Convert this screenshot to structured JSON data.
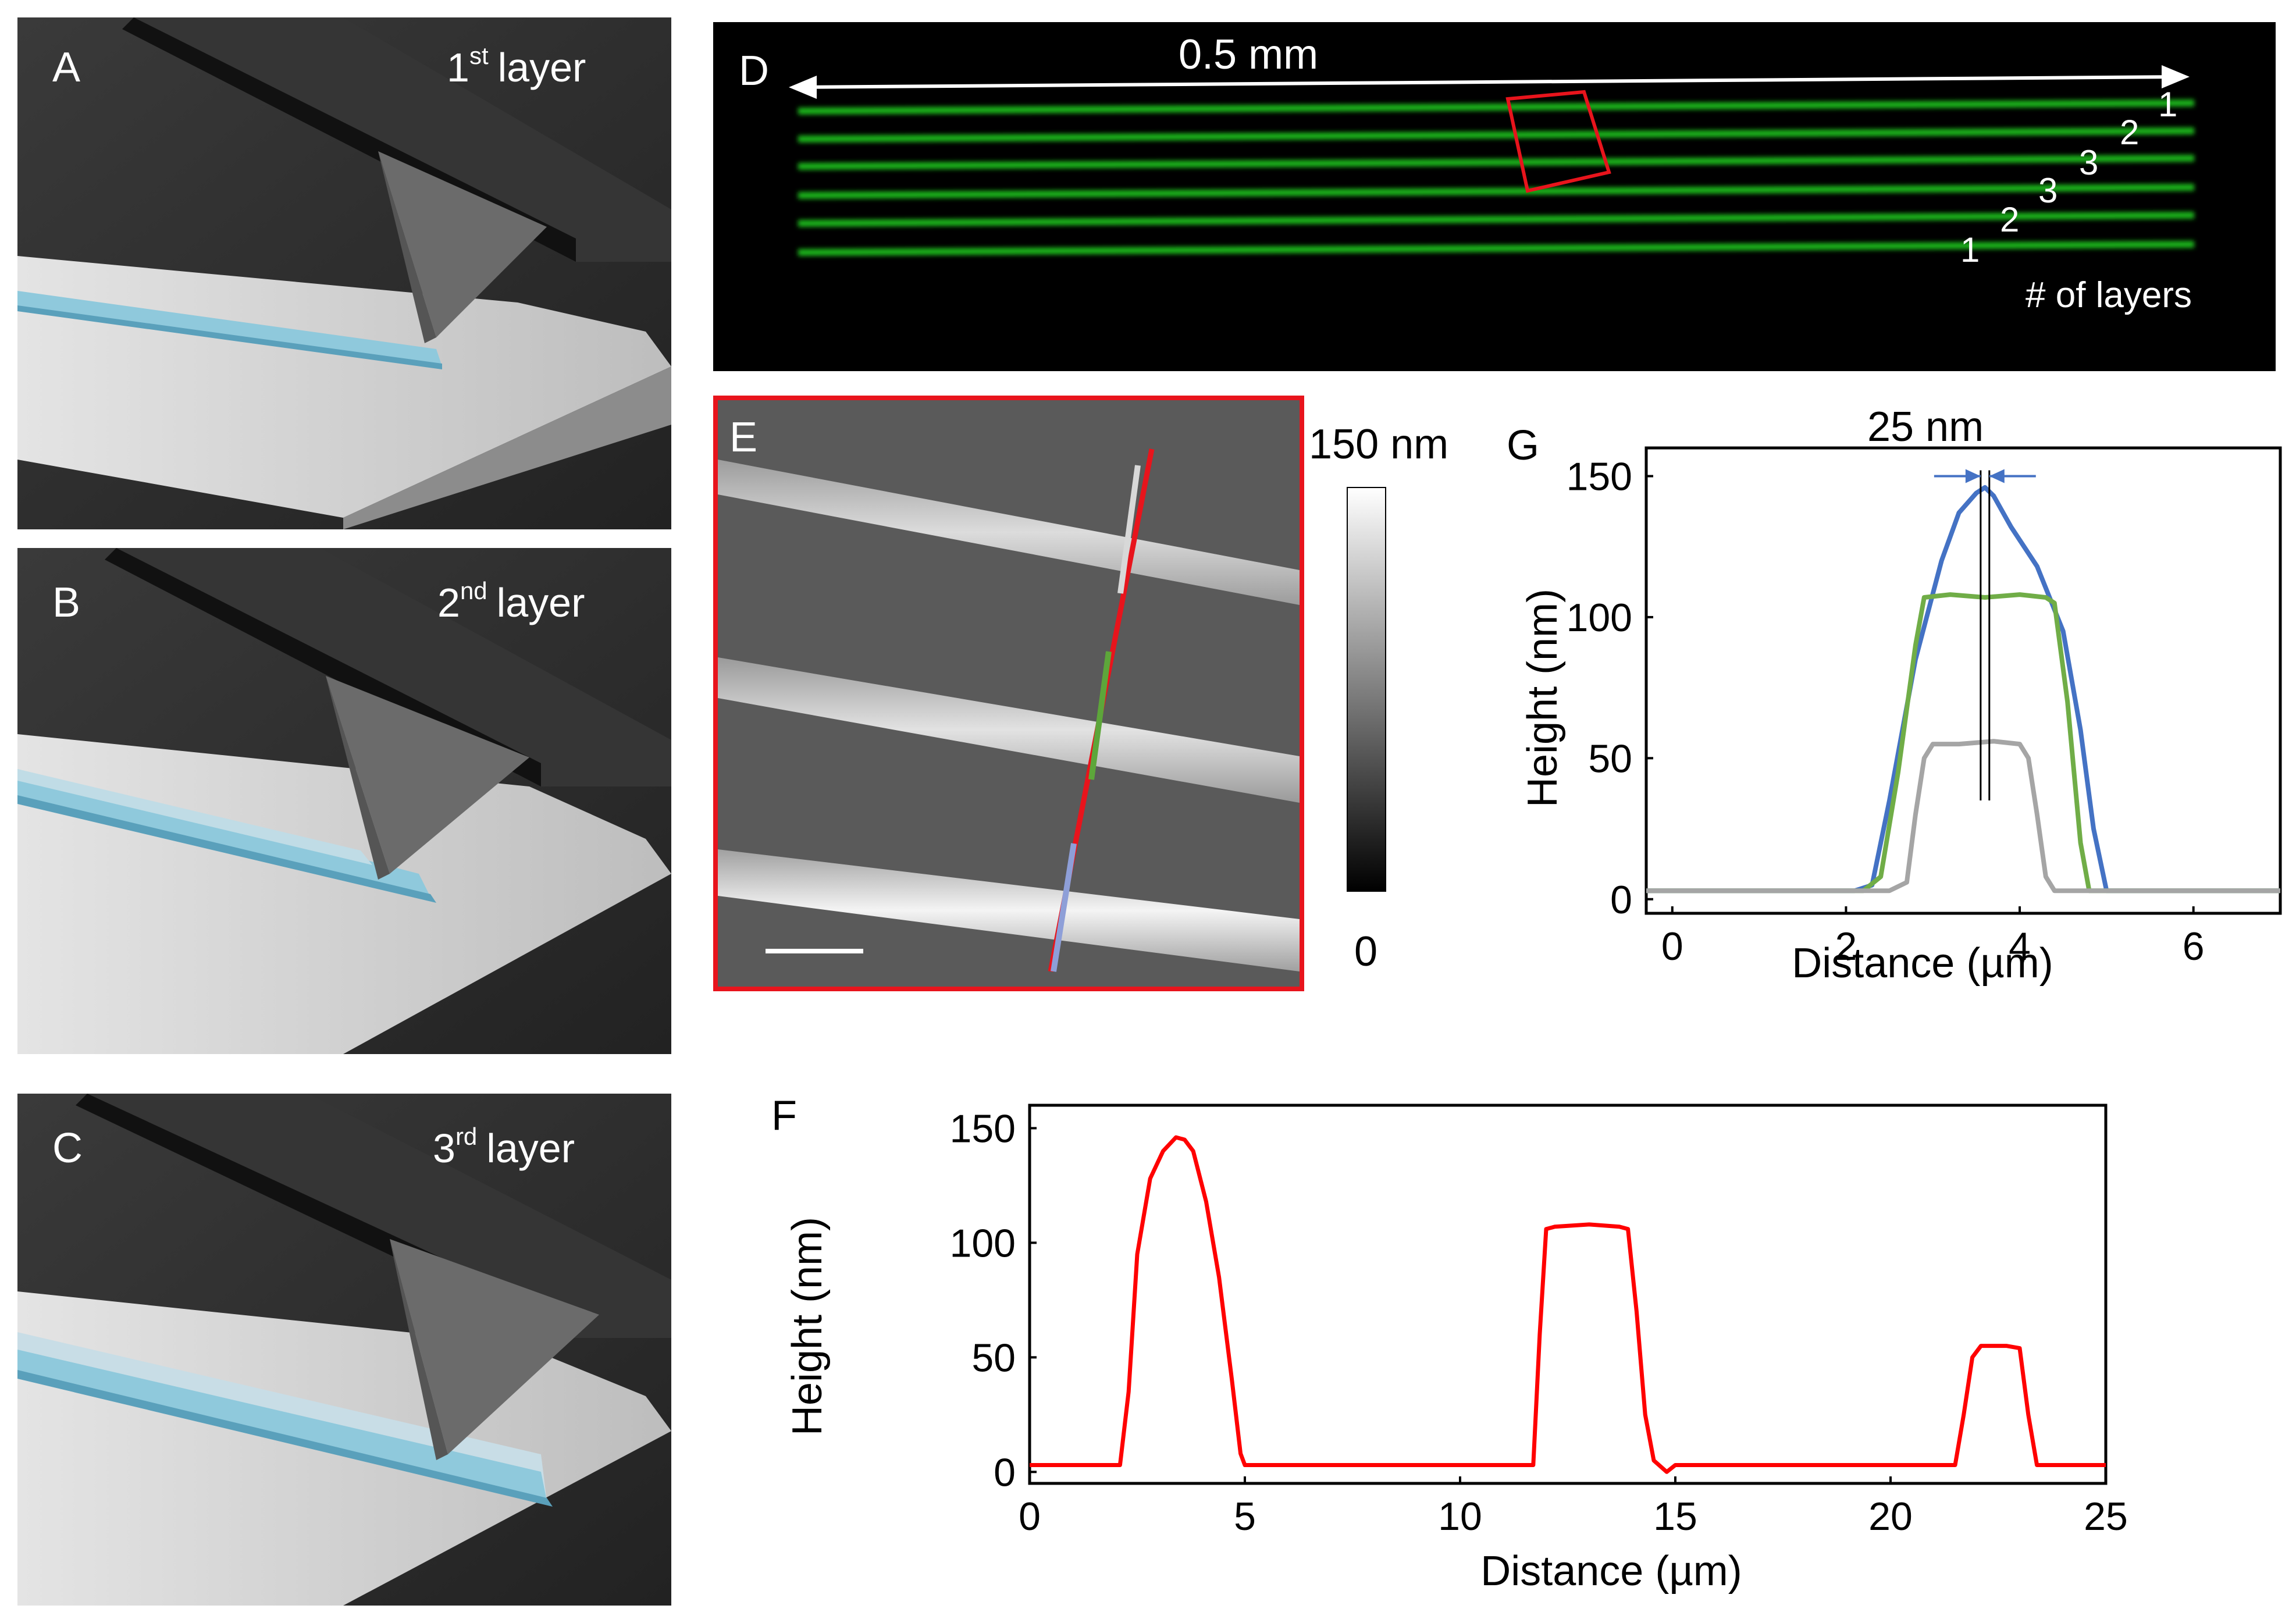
{
  "panel_a": {
    "letter": "A",
    "layer_num": "1",
    "layer_sup": "st",
    "layer_word": "layer"
  },
  "panel_b": {
    "letter": "B",
    "layer_num": "2",
    "layer_sup": "nd",
    "layer_word": "layer"
  },
  "panel_c": {
    "letter": "C",
    "layer_num": "3",
    "layer_sup": "rd",
    "layer_word": "layer"
  },
  "panel_d": {
    "letter": "D",
    "scale_label": "0.5 mm",
    "line_labels": [
      "1",
      "2",
      "3",
      "3",
      "2",
      "1"
    ],
    "layers_caption": "# of layers",
    "line_color": "#1fd41f"
  },
  "panel_e": {
    "letter": "E",
    "colorbar_max": "150 nm",
    "colorbar_min": "0",
    "profile_line_color": "#e8141c",
    "segment_colors": [
      "#d8d8d8",
      "#5da63a",
      "#8e9fd8"
    ]
  },
  "panel_g": {
    "letter": "G",
    "annotation": "25 nm",
    "chart_data": {
      "type": "line",
      "xlabel": "Distance (µm)",
      "ylabel": "Height (nm)",
      "xlim": [
        -0.3,
        7.0
      ],
      "ylim": [
        -5,
        160
      ],
      "x_ticks": [
        "0",
        "2",
        "4",
        "6"
      ],
      "y_ticks": [
        "0",
        "50",
        "100",
        "150"
      ],
      "series": [
        {
          "color": "#4472c4",
          "x": [
            -0.3,
            2.1,
            2.3,
            2.5,
            2.8,
            3.1,
            3.3,
            3.5,
            3.6,
            3.7,
            3.9,
            4.2,
            4.5,
            4.7,
            4.85,
            5.0,
            7.0
          ],
          "y": [
            3,
            3,
            5,
            35,
            85,
            120,
            137,
            144,
            146,
            143,
            132,
            118,
            95,
            60,
            25,
            3,
            3
          ]
        },
        {
          "color": "#70ad47",
          "x": [
            -0.3,
            2.2,
            2.4,
            2.6,
            2.8,
            2.9,
            3.2,
            3.6,
            4.0,
            4.3,
            4.4,
            4.55,
            4.7,
            4.8,
            7.0
          ],
          "y": [
            3,
            3,
            8,
            45,
            90,
            107,
            108,
            107,
            108,
            107,
            105,
            70,
            20,
            3,
            3
          ]
        },
        {
          "color": "#a5a5a5",
          "x": [
            -0.3,
            2.5,
            2.7,
            2.8,
            2.9,
            3.0,
            3.3,
            3.7,
            4.0,
            4.1,
            4.2,
            4.3,
            4.4,
            7.0
          ],
          "y": [
            3,
            3,
            6,
            30,
            50,
            55,
            55,
            56,
            55,
            50,
            30,
            8,
            3,
            3
          ]
        }
      ]
    }
  },
  "panel_f": {
    "letter": "F",
    "chart_data": {
      "type": "line",
      "xlabel": "Distance (µm)",
      "ylabel": "Height (nm)",
      "xlim": [
        0,
        25
      ],
      "ylim": [
        -5,
        160
      ],
      "x_ticks": [
        "0",
        "5",
        "10",
        "15",
        "20",
        "25"
      ],
      "y_ticks": [
        "0",
        "50",
        "100",
        "150"
      ],
      "series": [
        {
          "color": "#ff0000",
          "x": [
            0,
            2.1,
            2.3,
            2.5,
            2.8,
            3.1,
            3.4,
            3.6,
            3.8,
            4.1,
            4.4,
            4.7,
            4.9,
            5.0,
            11.7,
            11.85,
            12.0,
            12.2,
            13.0,
            13.7,
            13.9,
            14.1,
            14.3,
            14.5,
            14.8,
            15.0,
            21.5,
            21.7,
            21.9,
            22.1,
            22.7,
            23.0,
            23.2,
            23.4,
            25.0
          ],
          "y": [
            3,
            3,
            35,
            95,
            128,
            140,
            146,
            145,
            140,
            118,
            85,
            40,
            8,
            3,
            3,
            60,
            106,
            107,
            108,
            107,
            106,
            70,
            25,
            5,
            0,
            3,
            3,
            25,
            50,
            55,
            55,
            54,
            25,
            3,
            3
          ]
        }
      ]
    }
  }
}
